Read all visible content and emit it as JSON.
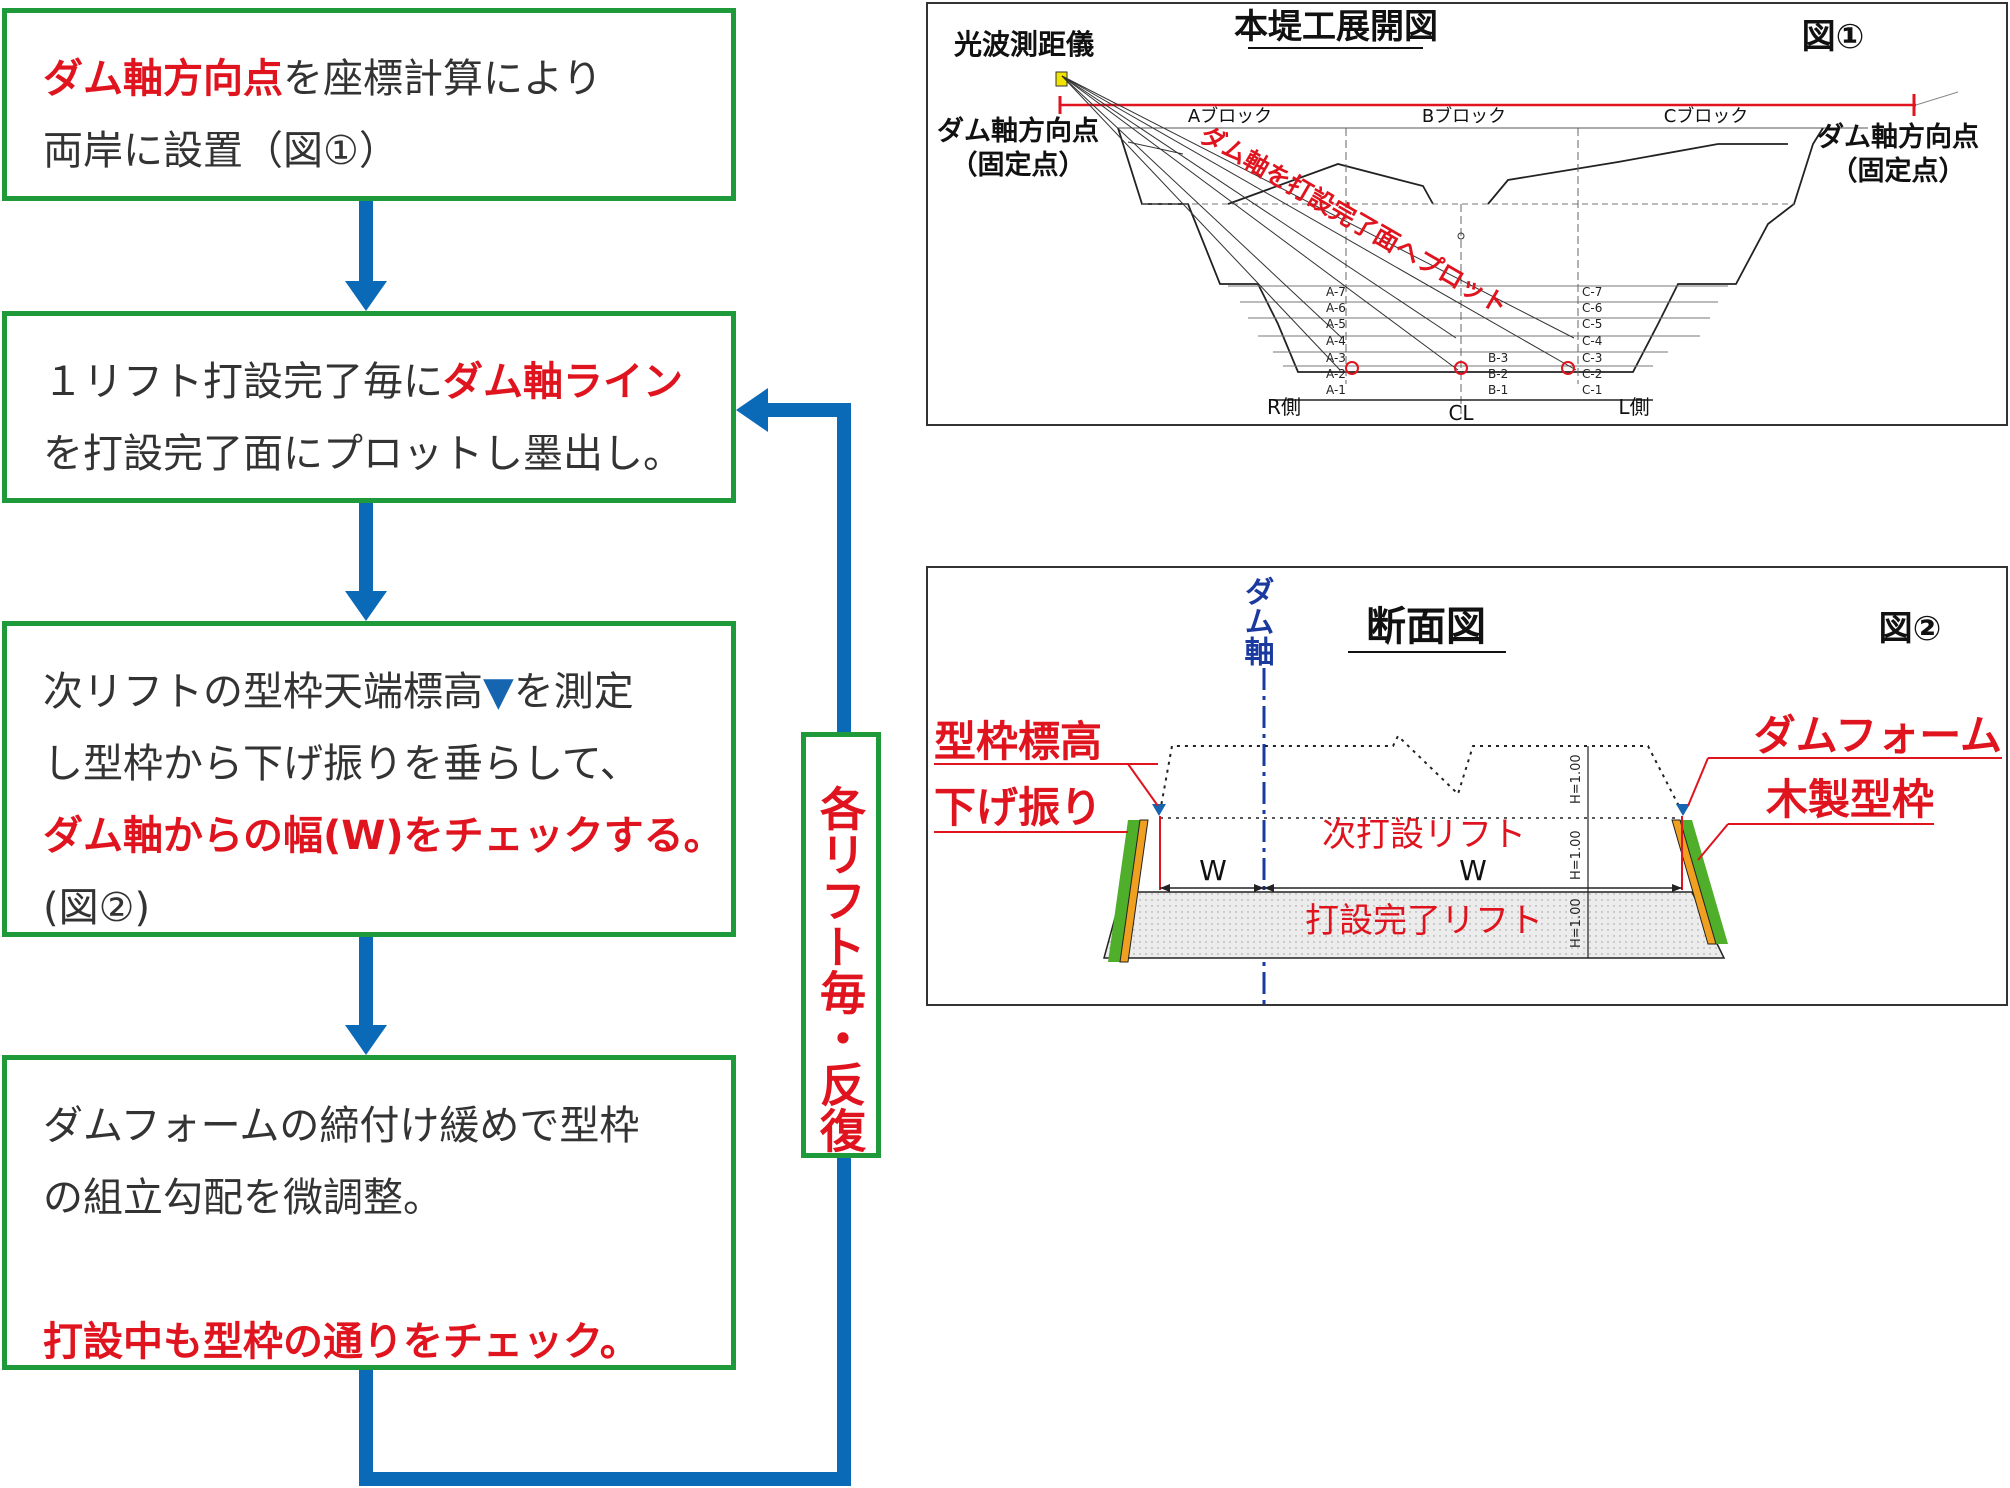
{
  "steps": [
    {
      "parts": [
        {
          "text": "ダム軸方向点",
          "red": true
        },
        {
          "text": "を座標計算により\n両岸に設置（図①）",
          "red": false
        }
      ]
    },
    {
      "parts": [
        {
          "text": "１リフト打設完了毎に",
          "red": false
        },
        {
          "text": "ダム軸ライン",
          "red": true
        },
        {
          "text": "\nを打設完了面にプロットし墨出し。",
          "red": false
        }
      ]
    },
    {
      "parts": [
        {
          "text": "次リフトの型枠天端標高",
          "red": false
        },
        {
          "text": "▼",
          "red": false,
          "tri": true
        },
        {
          "text": "を測定\nし型枠から下げ振りを垂らして、\n",
          "red": false
        },
        {
          "text": "ダム軸からの幅(W)をチェックする。",
          "red": true
        },
        {
          "text": "\n(図②)",
          "red": false
        }
      ]
    },
    {
      "parts": [
        {
          "text": "ダムフォームの締付け緩めで型枠\nの組立勾配を微調整。\n\n",
          "red": false
        },
        {
          "text": "打設中も型枠の通りをチェック。",
          "red": true
        }
      ]
    }
  ],
  "loop_label": "各リフト毎・反復",
  "fig1": {
    "title": "本堤工展開図",
    "number": "図①",
    "instrument": "光波測距儀",
    "point_left": "ダム軸方向点",
    "point_left_sub": "（固定点）",
    "point_right": "ダム軸方向点",
    "point_right_sub": "（固定点）",
    "block_a": "Aブロック",
    "block_b": "Bブロック",
    "block_c": "Cブロック",
    "plot_note": "ダム軸を打設完了面へプロット",
    "lifts_a": [
      "A-7",
      "A-6",
      "A-5",
      "A-4",
      "A-3",
      "A-2",
      "A-1"
    ],
    "lifts_b": [
      "B-3",
      "B-2",
      "B-1"
    ],
    "lifts_c": [
      "C-7",
      "C-6",
      "C-5",
      "C-4",
      "C-3",
      "C-2",
      "C-1"
    ],
    "side_r": "R側",
    "side_cl": "CL",
    "side_l": "L側"
  },
  "fig2": {
    "title": "断面図",
    "number": "図②",
    "axis_label": "ダム軸",
    "form_elevation": "型枠標高",
    "plumb": "下げ振り",
    "dam_form": "ダムフォーム",
    "wood_form": "木製型枠",
    "next_lift": "次打設リフト",
    "done_lift": "打設完了リフト",
    "w_label": "W",
    "h_label": "H=1.00"
  },
  "colors": {
    "box_border": "#1e9a3a",
    "arrow": "#0a6ab8",
    "red_text": "#e0141e",
    "axis_blue": "#1a3aa0",
    "form_green": "#4fae2a",
    "form_orange": "#f0a020"
  }
}
